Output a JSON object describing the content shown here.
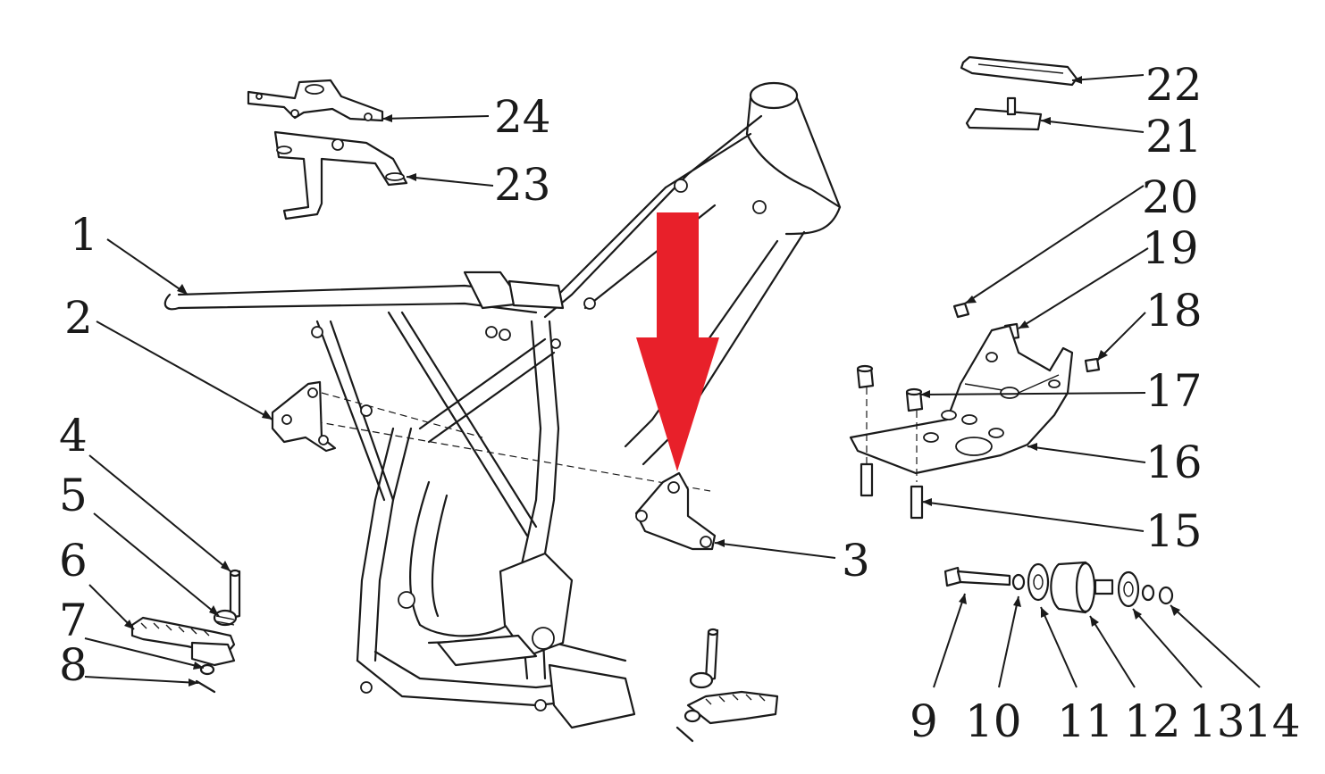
{
  "diagram": {
    "callouts": [
      {
        "id": "c1",
        "label": "1"
      },
      {
        "id": "c2",
        "label": "2"
      },
      {
        "id": "c3",
        "label": "3"
      },
      {
        "id": "c4",
        "label": "4"
      },
      {
        "id": "c5",
        "label": "5"
      },
      {
        "id": "c6",
        "label": "6"
      },
      {
        "id": "c7",
        "label": "7"
      },
      {
        "id": "c8",
        "label": "8"
      },
      {
        "id": "c9",
        "label": "9"
      },
      {
        "id": "c10",
        "label": "10"
      },
      {
        "id": "c11",
        "label": "11"
      },
      {
        "id": "c12",
        "label": "12"
      },
      {
        "id": "c13",
        "label": "13"
      },
      {
        "id": "c14",
        "label": "14"
      },
      {
        "id": "c15",
        "label": "15"
      },
      {
        "id": "c16",
        "label": "16"
      },
      {
        "id": "c17",
        "label": "17"
      },
      {
        "id": "c18",
        "label": "18"
      },
      {
        "id": "c19",
        "label": "19"
      },
      {
        "id": "c20",
        "label": "20"
      },
      {
        "id": "c21",
        "label": "21"
      },
      {
        "id": "c22",
        "label": "22"
      },
      {
        "id": "c23",
        "label": "23"
      },
      {
        "id": "c24",
        "label": "24"
      }
    ],
    "highlight_arrow": {
      "color": "#e8202a",
      "points_to": "3"
    },
    "line_color": "#1a1a1a"
  }
}
